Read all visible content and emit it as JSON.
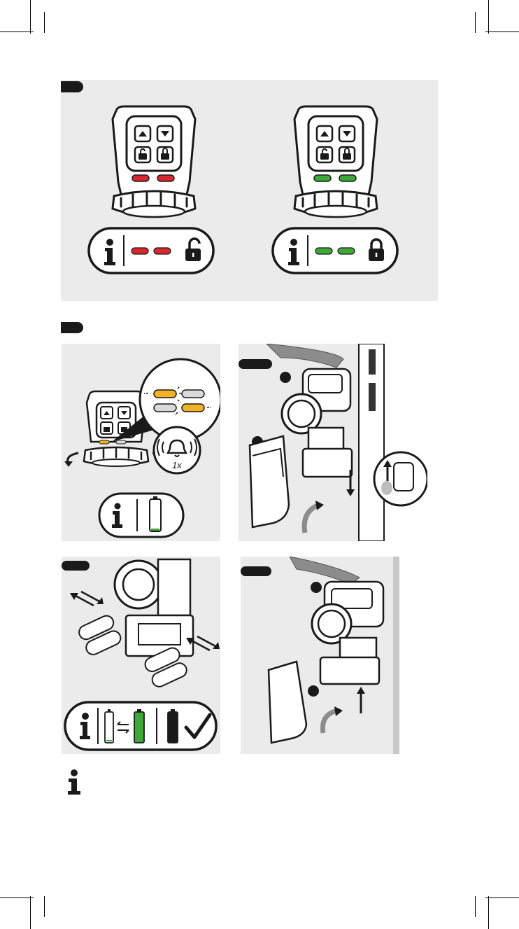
{
  "sections": [
    {
      "id": "status",
      "panels": [
        {
          "name": "unlocked",
          "led_color": "#d9272e",
          "lock_state": "unlocked"
        },
        {
          "name": "locked",
          "led_color": "#3aaa35",
          "lock_state": "locked"
        }
      ]
    },
    {
      "id": "battery",
      "low_battery_led_color": "#f0b323",
      "beep_count": "1x",
      "steps": [
        "indicator",
        "open-cover",
        "replace-batteries",
        "close-cover"
      ],
      "battery_colors": {
        "empty": "#ffffff",
        "new": "#3aaa35",
        "black": "#1a1a1a"
      }
    }
  ],
  "icons": [
    "info-icon",
    "unlocked-padlock-icon",
    "locked-padlock-icon",
    "bell-icon",
    "battery-icon",
    "checkmark-icon",
    "swap-arrows-icon"
  ]
}
